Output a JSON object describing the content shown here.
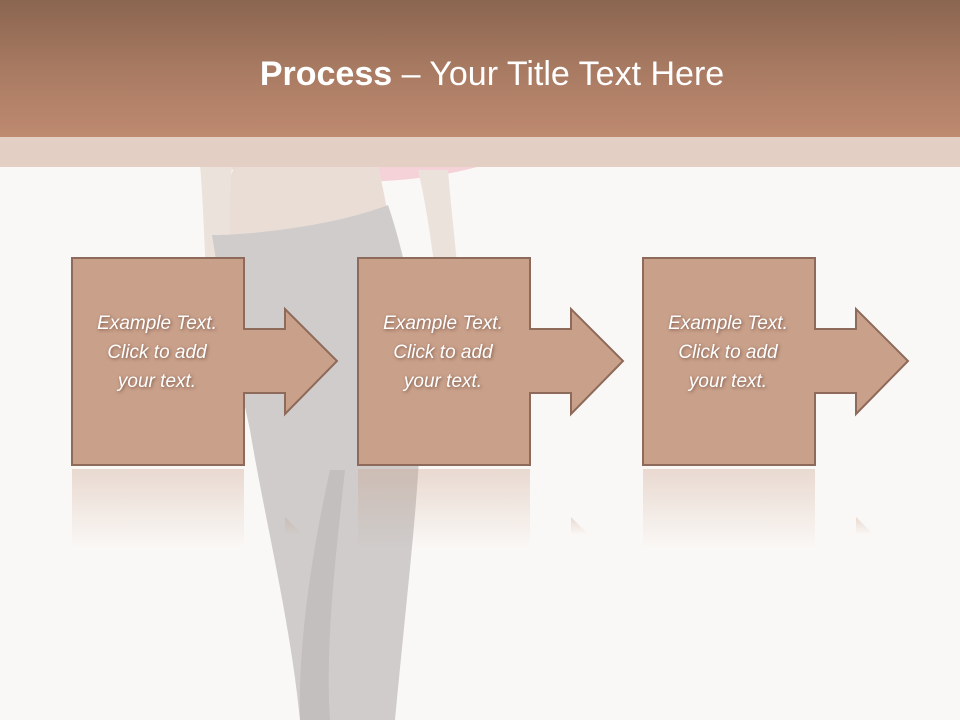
{
  "slide": {
    "title_bold": "Process",
    "title_rest": " – Your Title Text Here"
  },
  "steps": [
    {
      "line1": "Example Text.",
      "line2": "Click  to add",
      "line3": "your text."
    },
    {
      "line1": "Example Text.",
      "line2": "Click  to add",
      "line3": "your text."
    },
    {
      "line1": "Example Text.",
      "line2": "Click  to add",
      "line3": "your text."
    }
  ],
  "colors": {
    "header": "#a87a62",
    "box_fill": "#c9a08a",
    "box_border": "#8e6a5a",
    "background": "#faf8f6"
  }
}
